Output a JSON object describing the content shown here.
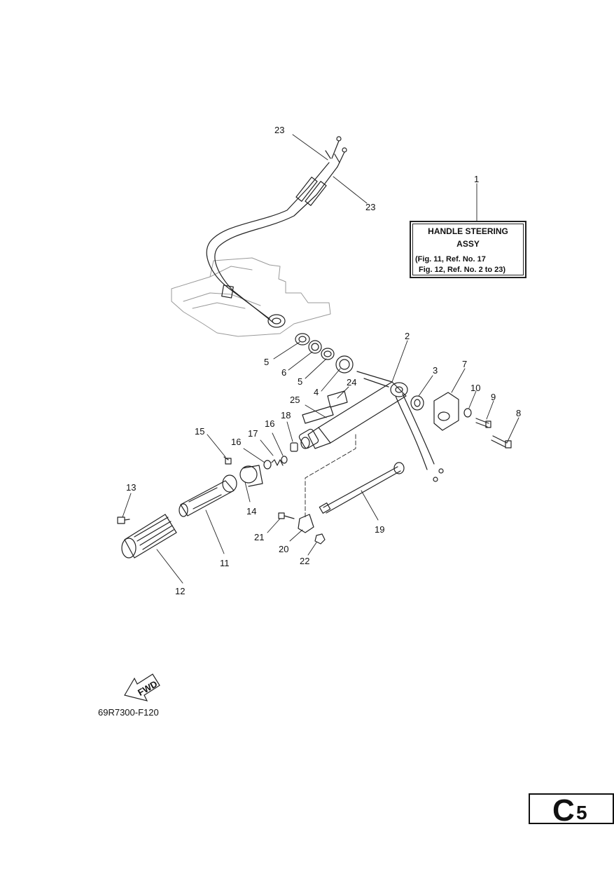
{
  "label_box": {
    "title_line1": "HANDLE STEERING",
    "title_line2": "ASSY",
    "ref_line1": "(Fig. 11, Ref. No. 17",
    "ref_line2": "Fig. 12, Ref. No. 2 to 23)"
  },
  "callouts": {
    "c1": "1",
    "c2": "2",
    "c3": "3",
    "c4": "4",
    "c5a": "5",
    "c5b": "5",
    "c6": "6",
    "c7": "7",
    "c8": "8",
    "c9": "9",
    "c10": "10",
    "c11": "11",
    "c12": "12",
    "c13": "13",
    "c14": "14",
    "c15": "15",
    "c16a": "16",
    "c16b": "16",
    "c17": "17",
    "c18": "18",
    "c19": "19",
    "c20": "20",
    "c21": "21",
    "c22": "22",
    "c23a": "23",
    "c23b": "23",
    "c24": "24",
    "c25": "25"
  },
  "fwd_label": "FWD",
  "diagram_code": "69R7300-F120",
  "page_tag": {
    "letter": "C",
    "number": "5"
  }
}
